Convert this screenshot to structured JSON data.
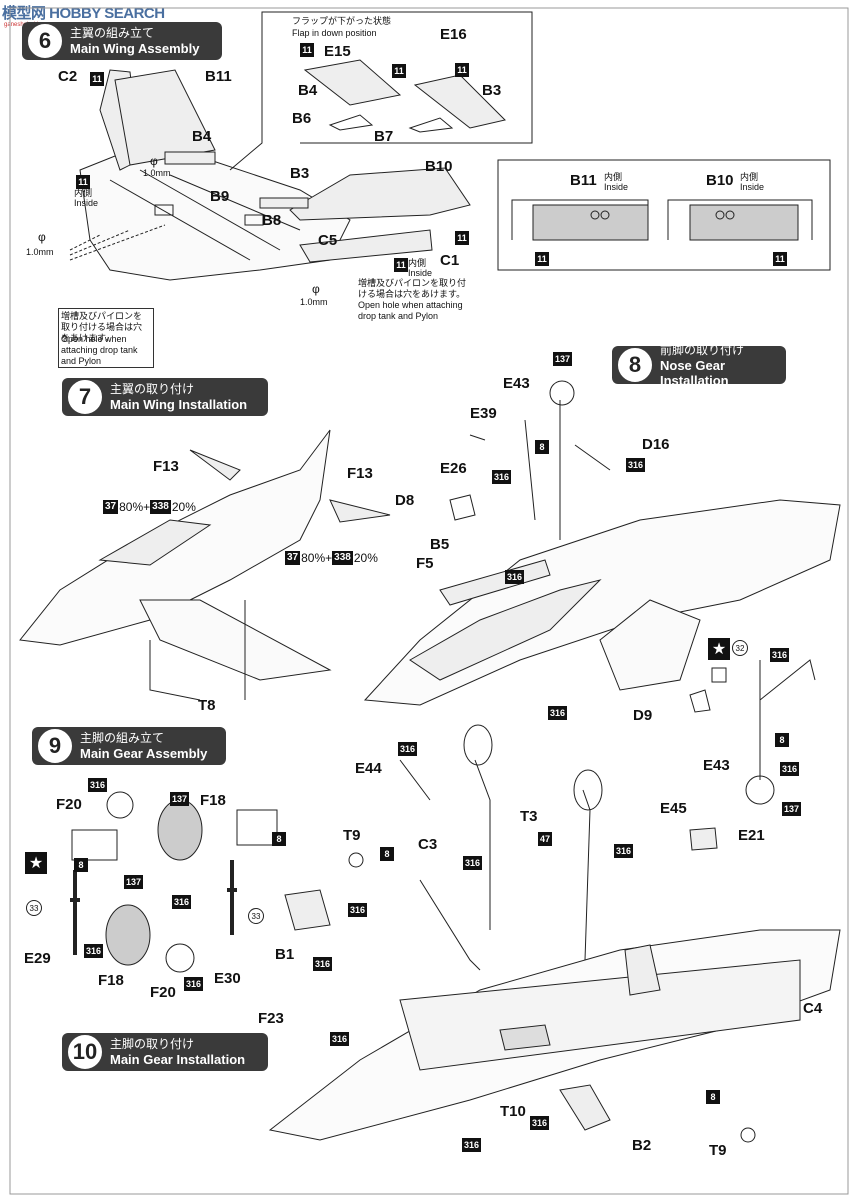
{
  "watermark": {
    "text": "模型网 HOBBY SEARCH",
    "sub": "ganeshahobby.com.cn"
  },
  "steps": [
    {
      "number": "6",
      "jp": "主翼の組み立て",
      "en": "Main Wing Assembly"
    },
    {
      "number": "7",
      "jp": "主翼の取り付け",
      "en": "Main Wing Installation"
    },
    {
      "number": "8",
      "jp": "前脚の取り付け",
      "en": "Nose Gear Installation"
    },
    {
      "number": "9",
      "jp": "主脚の組み立て",
      "en": "Main Gear Assembly"
    },
    {
      "number": "10",
      "jp": "主脚の取り付け",
      "en": "Main Gear Installation"
    }
  ],
  "notes": {
    "flap_jp": "フラップが下がった状態",
    "flap_en": "Flap in down position",
    "inside_jp": "内側",
    "inside_en": "Inside",
    "drill_size": "1.0mm",
    "drill_phi": "φ",
    "hole_left_jp": "増槽及びパイロンを取り付ける場合は穴をあけます。",
    "hole_left_en": "Open hole when attaching drop tank and Pylon",
    "hole_right_jp": "増槽及びパイロンを取り付ける場合は穴をあけます。",
    "hole_right_en": "Open hole when attaching drop tank and Pylon"
  },
  "paint_mix": {
    "color_a": "37",
    "pct_a": "80%",
    "plus": "+",
    "color_b": "338",
    "pct_b": "20%"
  },
  "colors": {
    "header_bg": "#3a3a3a",
    "badge_bg": "#111111",
    "line": "#222222",
    "part_fill": "#d8d8d8"
  },
  "parts": {
    "step6": [
      "C2",
      "B11",
      "B4",
      "B9",
      "B3",
      "B8",
      "B10",
      "C5",
      "C1",
      "E15",
      "E16",
      "B6",
      "B7"
    ],
    "flap_b4": "B4",
    "flap_b3": "B3",
    "detail_b11": "B11",
    "detail_b10": "B10",
    "step7": [
      "F13",
      "F13",
      "T8"
    ],
    "step8": [
      "E43",
      "E39",
      "E26",
      "D8",
      "B5",
      "F5",
      "D16",
      "D9",
      "E43"
    ],
    "step9": [
      "F20",
      "F18",
      "E29",
      "F18",
      "F20",
      "E30",
      "B1"
    ],
    "step10": [
      "E44",
      "T9",
      "C3",
      "T3",
      "E45",
      "E21",
      "F23",
      "C4",
      "T10",
      "B2",
      "T9"
    ]
  },
  "badges": {
    "c11": "11",
    "c8": "8",
    "c137": "137",
    "c316": "316",
    "c47": "47",
    "c32": "32",
    "c33": "33",
    "star": "★"
  }
}
